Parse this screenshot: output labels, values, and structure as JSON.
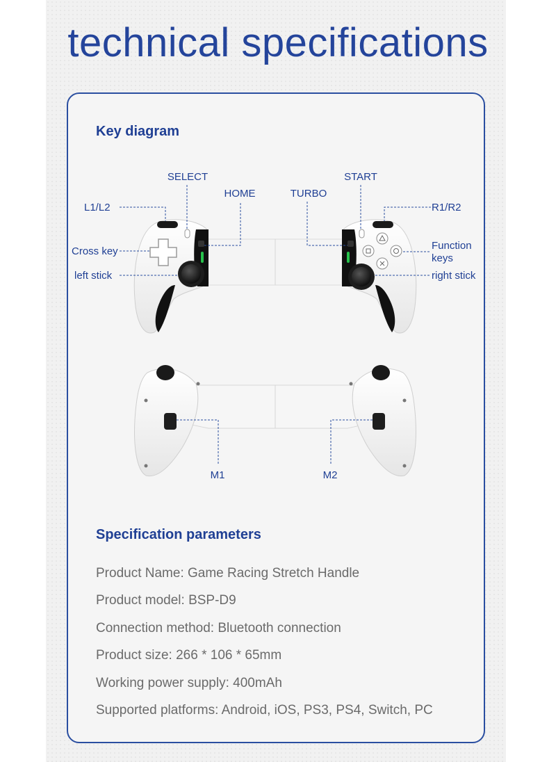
{
  "page_title": "technical specifications",
  "key_diagram": {
    "title": "Key diagram",
    "labels": {
      "select": "SELECT",
      "start": "START",
      "home": "HOME",
      "turbo": "TURBO",
      "l1l2": "L1/L2",
      "r1r2": "R1/R2",
      "cross_key": "Cross key",
      "function_keys_1": "Function",
      "function_keys_2": "keys",
      "left_stick": "left stick",
      "right_stick": "right stick",
      "m1": "M1",
      "m2": "M2"
    }
  },
  "specs": {
    "title": "Specification parameters",
    "items": [
      "Product Name: Game Racing Stretch Handle",
      "Product model: BSP-D9",
      "Connection method: Bluetooth connection",
      "Product size: 266 * 106 * 65mm",
      "Working power supply: 400mAh",
      "Supported platforms: Android, iOS, PS3, PS4, Switch, PC"
    ]
  },
  "colors": {
    "accent": "#24449b",
    "text": "#6a6a6a",
    "controller_white": "#ffffff",
    "controller_black": "#111111"
  }
}
